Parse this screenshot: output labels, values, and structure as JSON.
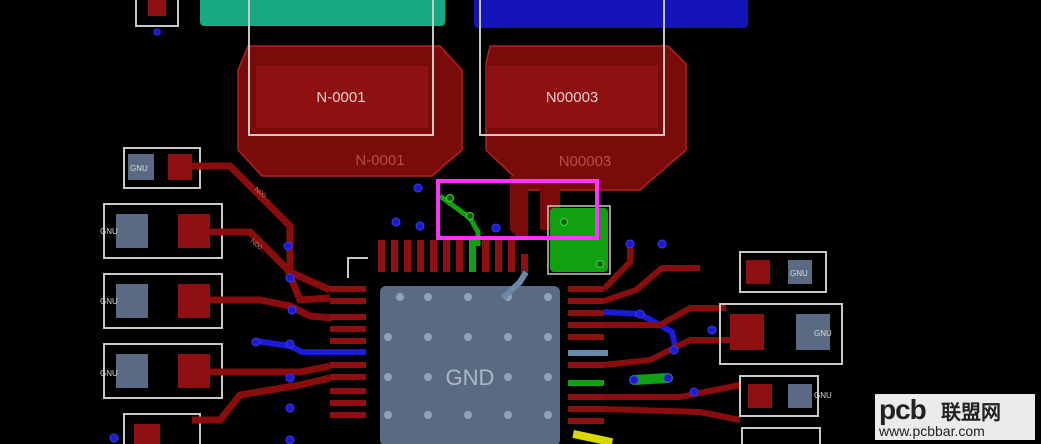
{
  "board": {
    "pour_labels": {
      "left": "N-0001",
      "right": "N00003"
    },
    "pour_labels_dim": {
      "left": "N-0001",
      "right": "N00003"
    },
    "gnd_pad_label": "GND",
    "pad_net": "GNU"
  },
  "colors": {
    "background": "#000000",
    "top_copper": "#8a0d0d",
    "top_copper_light": "#a01414",
    "bottom_copper": "#1a1ad8",
    "inner_green": "#12a012",
    "highlight": "#ff33ff",
    "silkscreen": "#c8c8c8",
    "via": "#1c1ccc",
    "gnd_pad": "#5a6a82"
  },
  "watermark": {
    "brand": "pcb",
    "name_cn": "联盟网",
    "url": "www.pcbbar.com"
  }
}
